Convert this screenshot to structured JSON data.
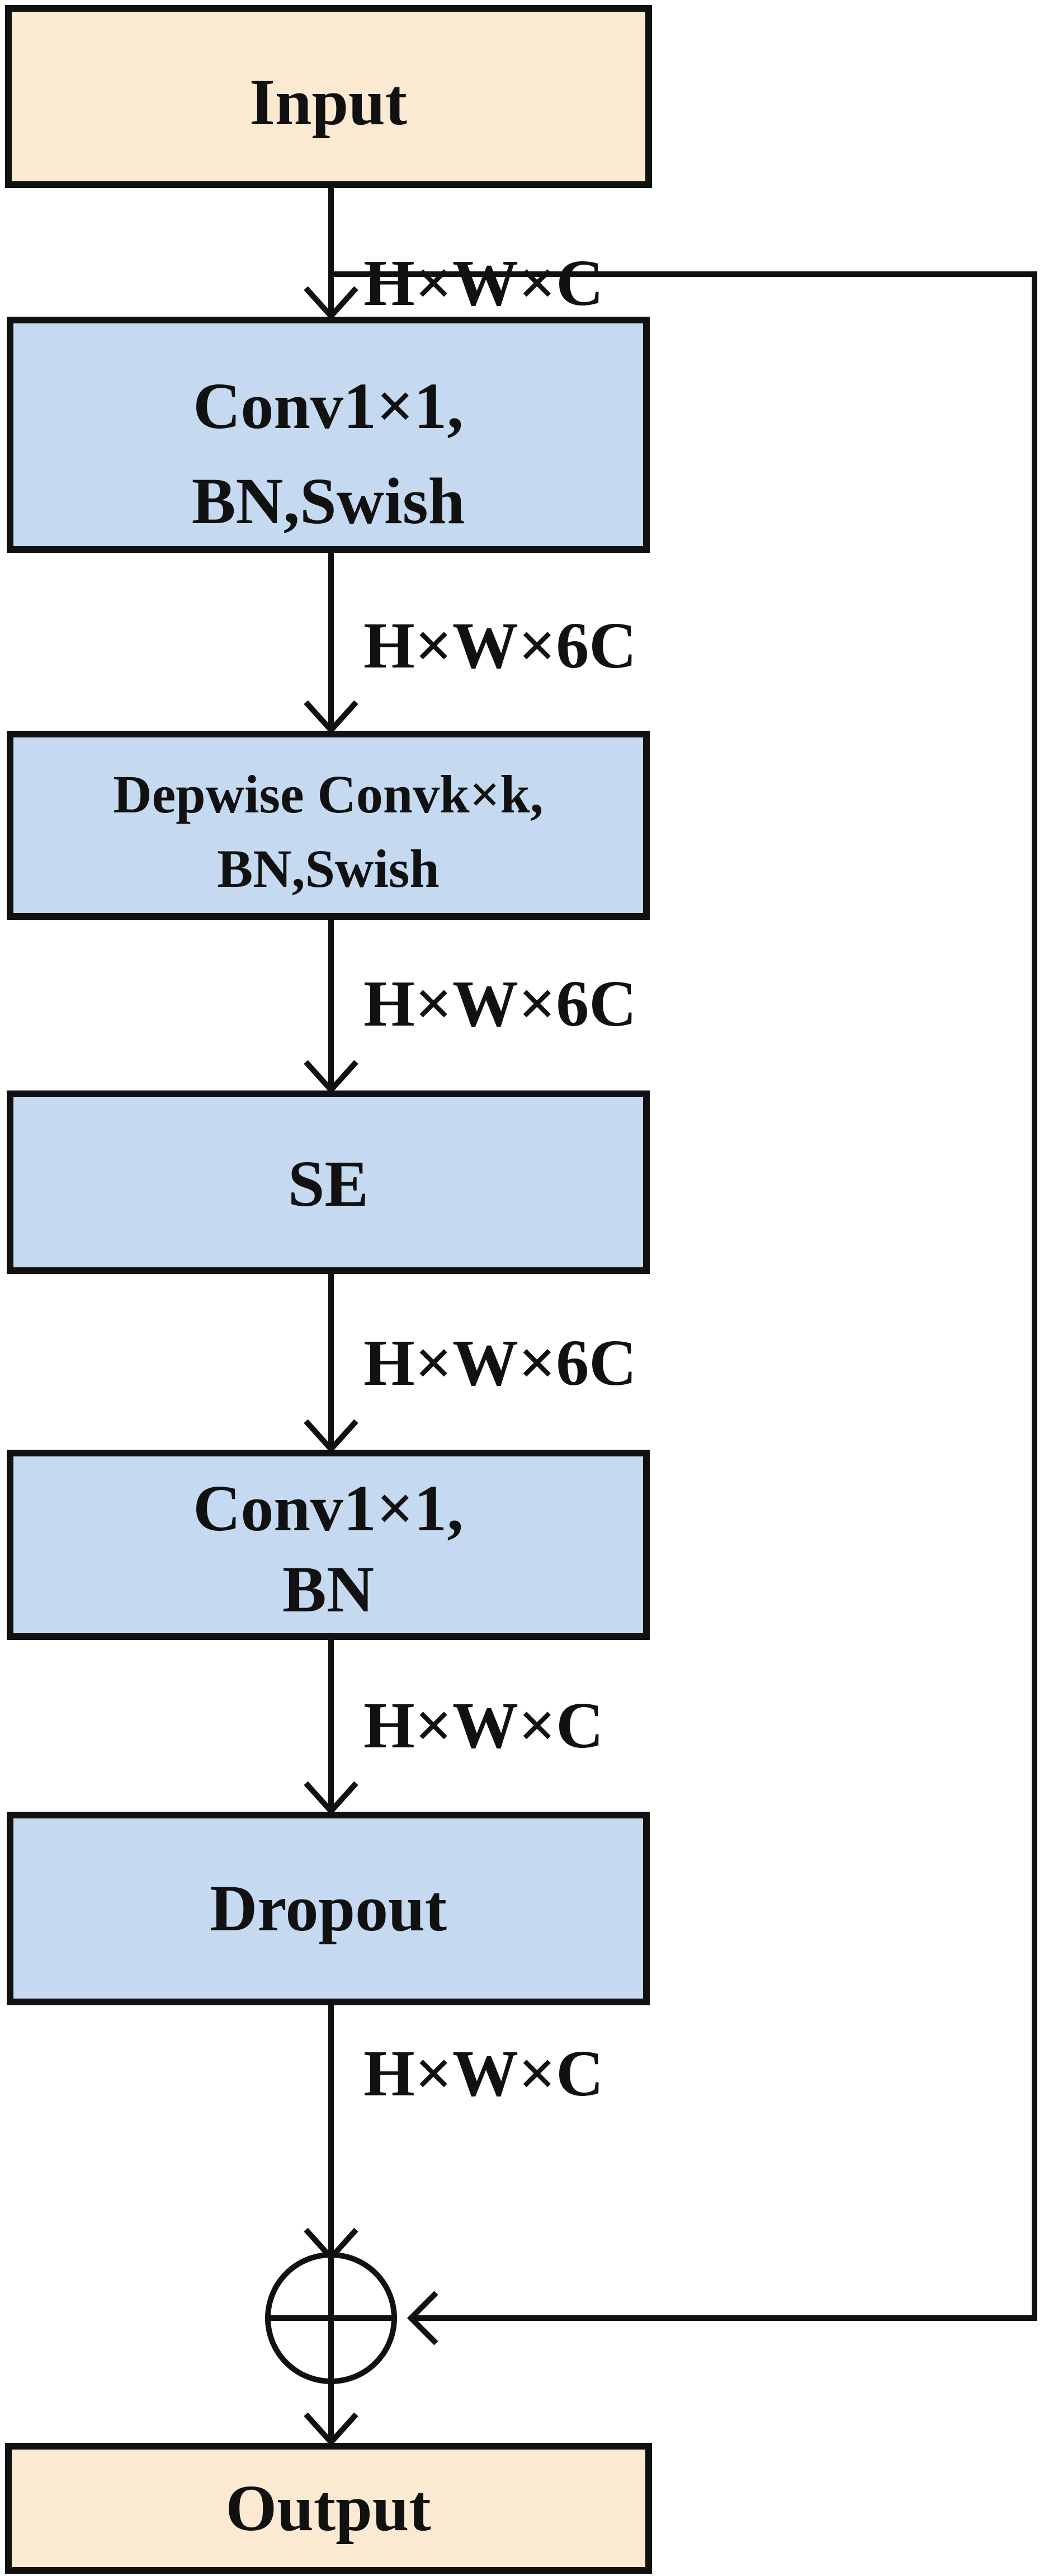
{
  "diagram": {
    "colors": {
      "io_fill": "#fbe9d2",
      "layer_fill": "#c5d9f1",
      "stroke": "#111111",
      "background": "#ffffff"
    },
    "nodes": {
      "input": {
        "label": "Input"
      },
      "conv1": {
        "line1": "Conv1×1,",
        "line2": "BN,Swish"
      },
      "depthwise": {
        "line1": "Depwise Convk×k,",
        "line2": "BN,Swish"
      },
      "se": {
        "label": "SE"
      },
      "conv2": {
        "line1": "Conv1×1,",
        "line2": "BN"
      },
      "dropout": {
        "label": "Dropout"
      },
      "output": {
        "label": "Output"
      }
    },
    "dims": {
      "d1": "H×W×C",
      "d2": "H×W×6C",
      "d3": "H×W×6C",
      "d4": "H×W×6C",
      "d5": "H×W×C",
      "d6": "H×W×C"
    },
    "add_icon": "circle-plus-icon"
  }
}
